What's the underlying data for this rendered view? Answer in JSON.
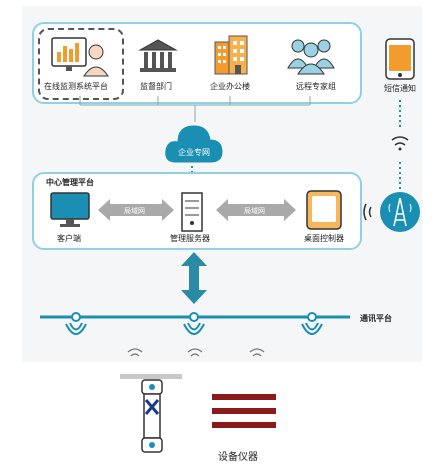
{
  "top_panel": {
    "items": [
      {
        "label": "在线监测系统平台"
      },
      {
        "label": "监督部门"
      },
      {
        "label": "企业办公楼"
      },
      {
        "label": "远程专家组"
      }
    ]
  },
  "sms": {
    "label": "短信通知"
  },
  "cloud": {
    "label": "企业专网"
  },
  "center_panel": {
    "title": "中心管理平台",
    "client": "客户端",
    "server": "管理服务器",
    "controller": "桌面控制器",
    "lan_left": "局域网",
    "lan_right": "局域网"
  },
  "comm": {
    "label": "通讯平台"
  },
  "equipment": {
    "label": "设备仪器"
  },
  "colors": {
    "accent": "#1a8fb3",
    "arrow": "#2b8aa6",
    "border": "#8fd0e3",
    "dark_red": "#8b1a1a"
  }
}
